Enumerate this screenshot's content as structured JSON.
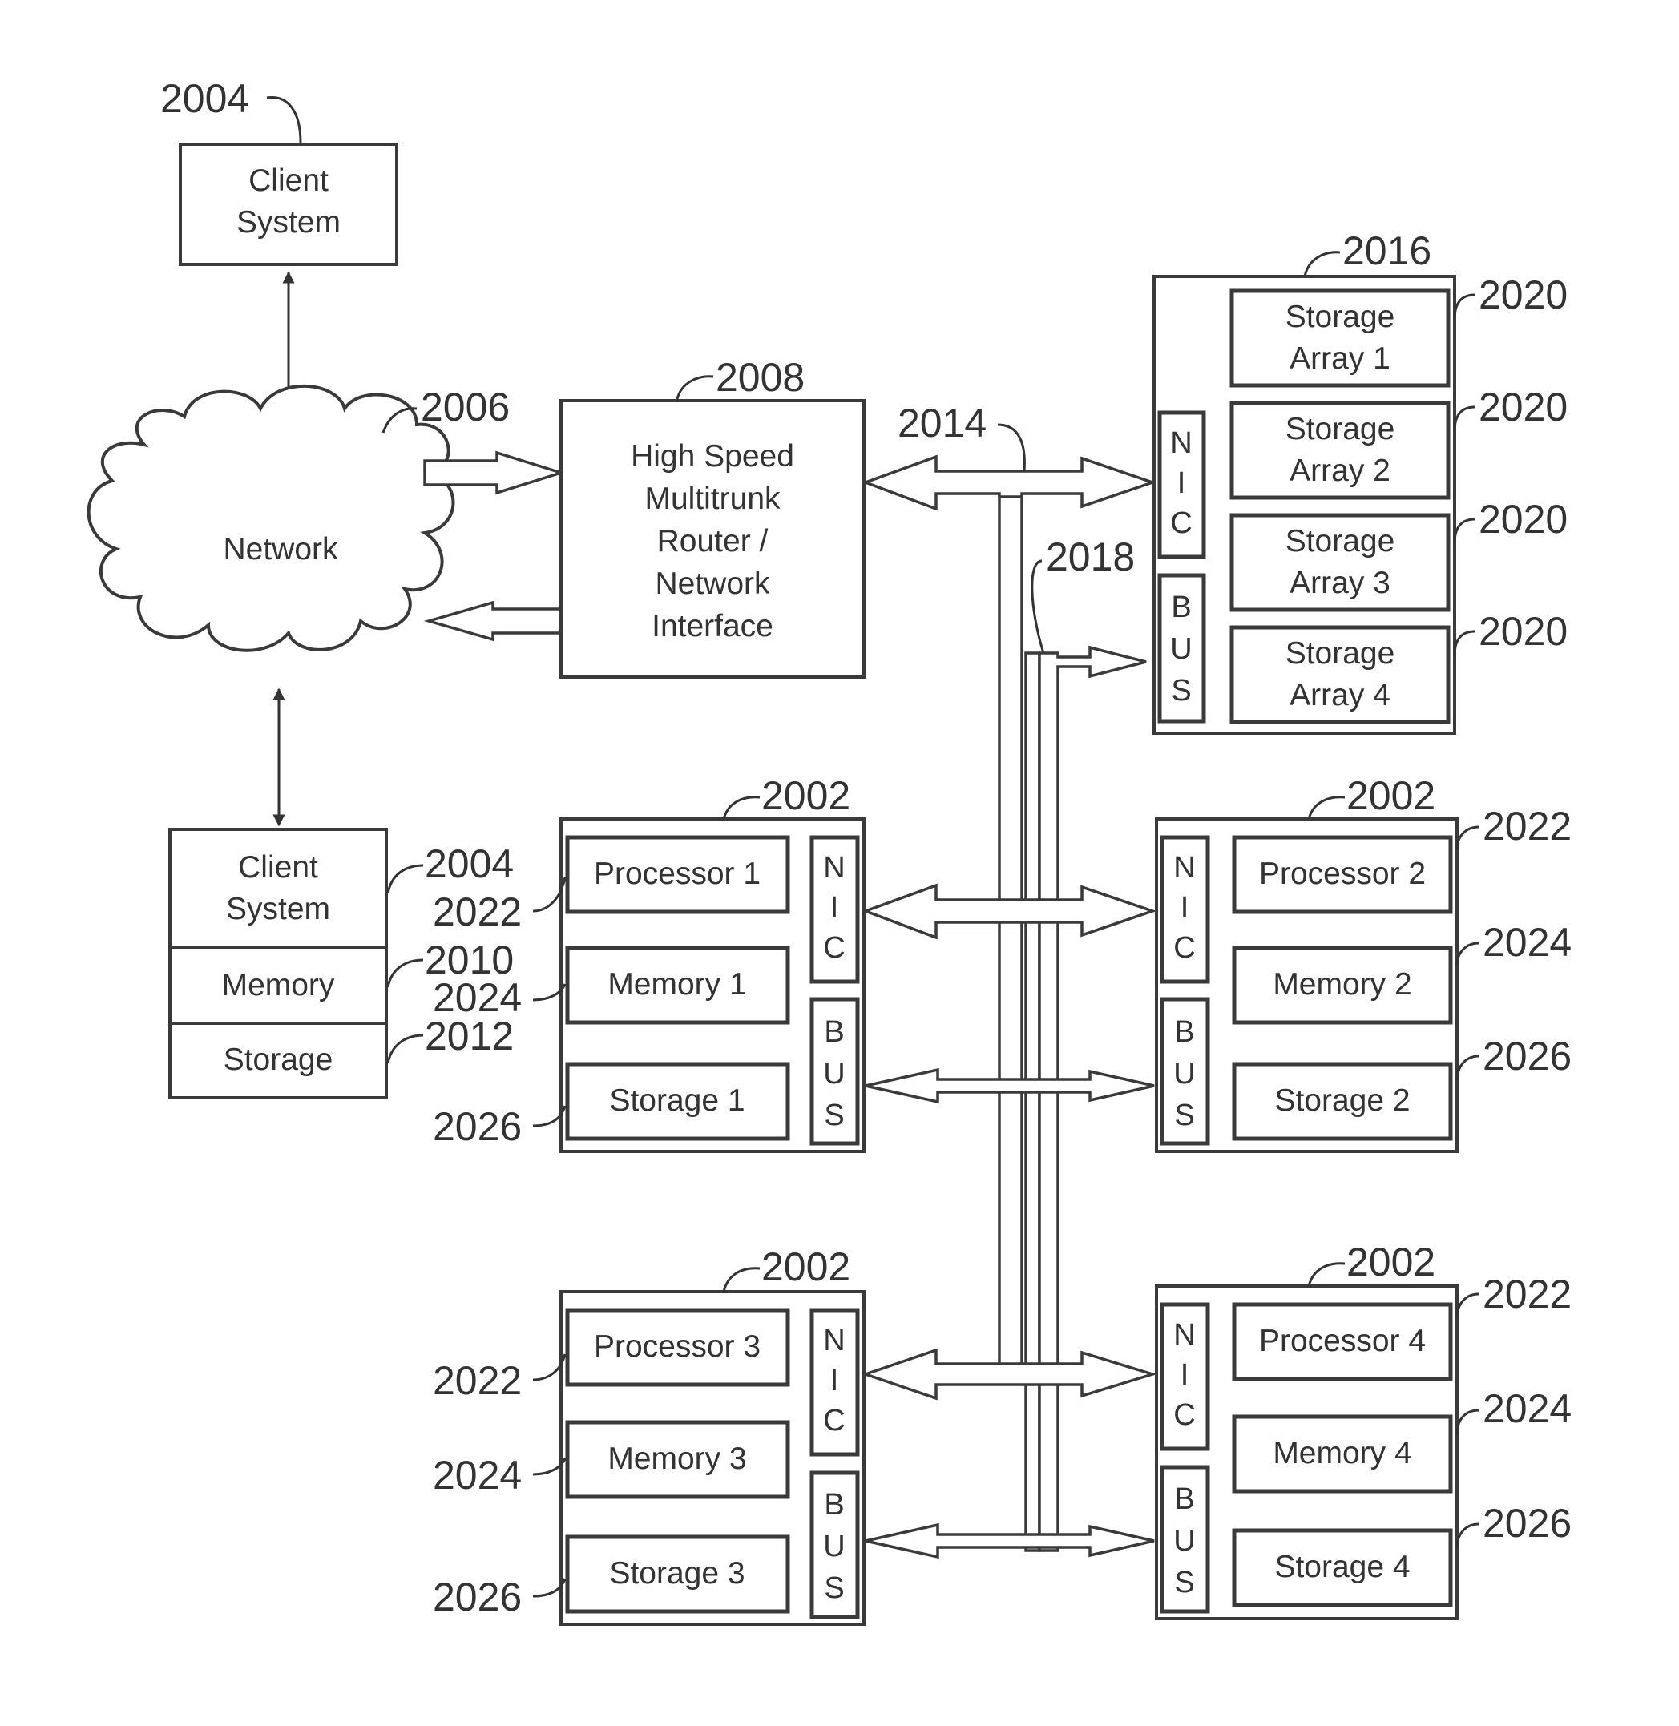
{
  "components": {
    "client_system_top": {
      "title_line1": "Client",
      "title_line2": "System",
      "ref": "2004"
    },
    "network": {
      "label": "Network",
      "ref": "2006"
    },
    "router": {
      "lines": [
        "High Speed",
        "Multitrunk",
        "Router /",
        "Network",
        "Interface"
      ],
      "ref": "2008"
    },
    "client_system_bottom": {
      "title_line1": "Client",
      "title_line2": "System",
      "ref": "2004",
      "memory": "Memory",
      "memory_ref": "2010",
      "storage": "Storage",
      "storage_ref": "2012"
    },
    "storage_unit": {
      "ref": "2016",
      "nic": [
        "N",
        "I",
        "C"
      ],
      "bus": [
        "B",
        "U",
        "S"
      ],
      "arrays": [
        {
          "line1": "Storage",
          "line2": "Array 1",
          "ref": "2020"
        },
        {
          "line1": "Storage",
          "line2": "Array 2",
          "ref": "2020"
        },
        {
          "line1": "Storage",
          "line2": "Array 3",
          "ref": "2020"
        },
        {
          "line1": "Storage",
          "line2": "Array 4",
          "ref": "2020"
        }
      ]
    },
    "nodes": [
      {
        "ref": "2002",
        "processor": "Processor 1",
        "memory": "Memory 1",
        "storage": "Storage 1",
        "processor_ref": "2022",
        "memory_ref": "2024",
        "storage_ref": "2026"
      },
      {
        "ref": "2002",
        "processor": "Processor 2",
        "memory": "Memory 2",
        "storage": "Storage 2",
        "processor_ref": "2022",
        "memory_ref": "2024",
        "storage_ref": "2026"
      },
      {
        "ref": "2002",
        "processor": "Processor 3",
        "memory": "Memory 3",
        "storage": "Storage 3",
        "processor_ref": "2022",
        "memory_ref": "2024",
        "storage_ref": "2026"
      },
      {
        "ref": "2002",
        "processor": "Processor 4",
        "memory": "Memory 4",
        "storage": "Storage 4",
        "processor_ref": "2022",
        "memory_ref": "2024",
        "storage_ref": "2026"
      }
    ],
    "nic_letters": [
      "N",
      "I",
      "C"
    ],
    "bus_letters": [
      "B",
      "U",
      "S"
    ]
  },
  "connections": {
    "network_bus_ref": "2014",
    "storage_bus_ref": "2018"
  }
}
